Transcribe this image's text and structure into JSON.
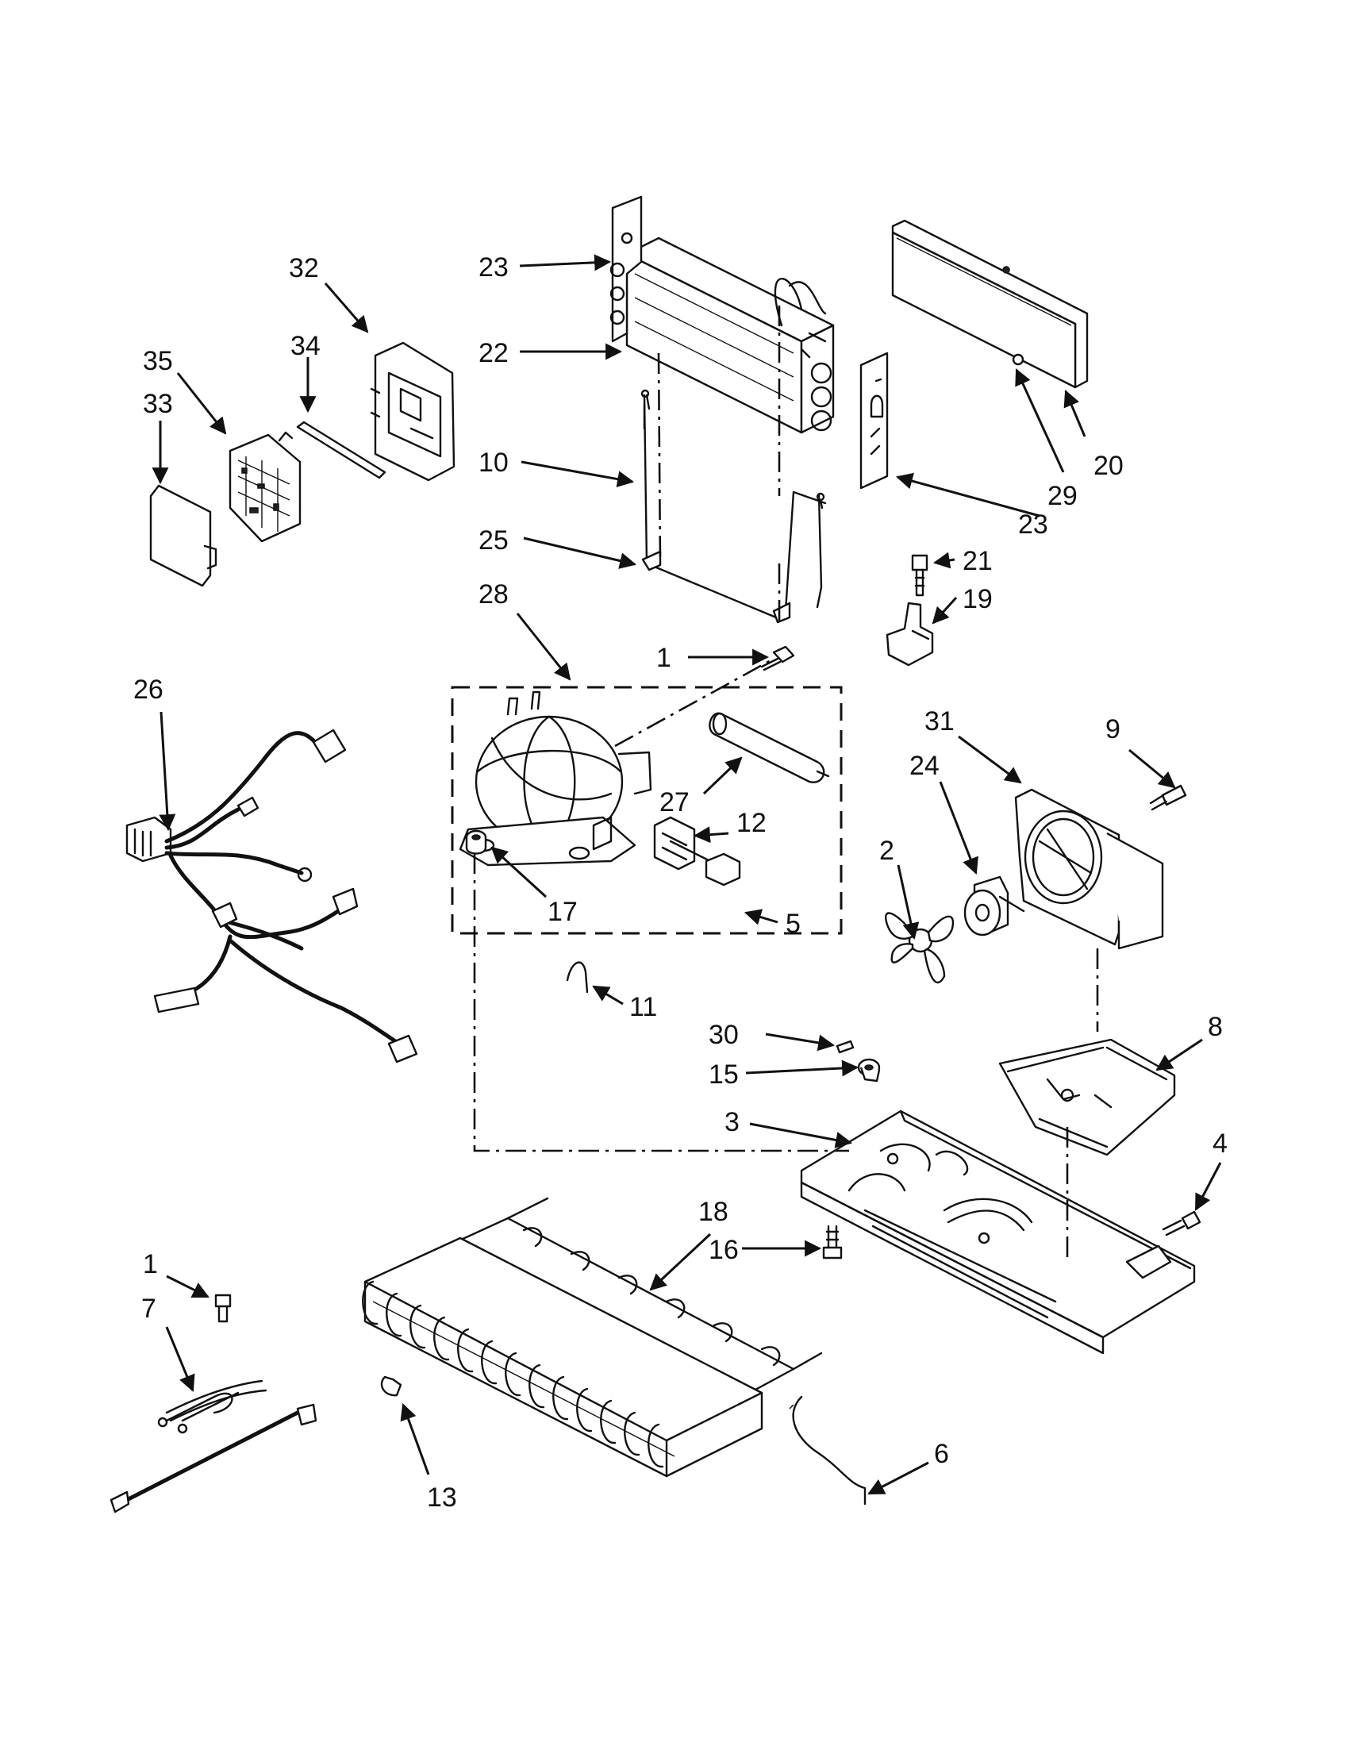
{
  "callouts": [
    "1",
    "2",
    "3",
    "4",
    "5",
    "6",
    "7",
    "8",
    "9",
    "10",
    "11",
    "12",
    "13",
    "15",
    "16",
    "17",
    "18",
    "19",
    "20",
    "21",
    "22",
    "23",
    "24",
    "25",
    "26",
    "27",
    "28",
    "29",
    "30",
    "31",
    "32",
    "33",
    "34",
    "35",
    "1",
    "23"
  ]
}
